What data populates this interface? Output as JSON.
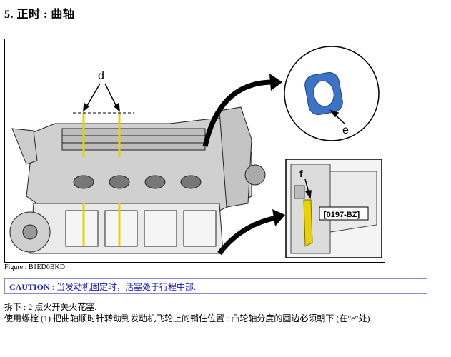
{
  "heading": "5. 正时 : 曲轴",
  "figure": {
    "caption": "Figure : B1ED0BKD",
    "label_d": "d",
    "label_e": "e",
    "label_f": "f",
    "part_code": "[0197-BZ]"
  },
  "caution": {
    "label": "CAUTION",
    "text": " : 当发动机固定时，活塞处于行程中部."
  },
  "steps": [
    "拆下 : 2 点火开关火花塞.",
    "使用螺栓 (1) 把曲轴顺时针转动到发动机飞轮上的销住位置 : 凸轮轴分度的圆边必须朝下 (在\"e\"处)."
  ],
  "colors": {
    "caution_text": "#1a1ab3",
    "caution_border": "#8a8acf",
    "ring_blue": "#3a73c8"
  }
}
